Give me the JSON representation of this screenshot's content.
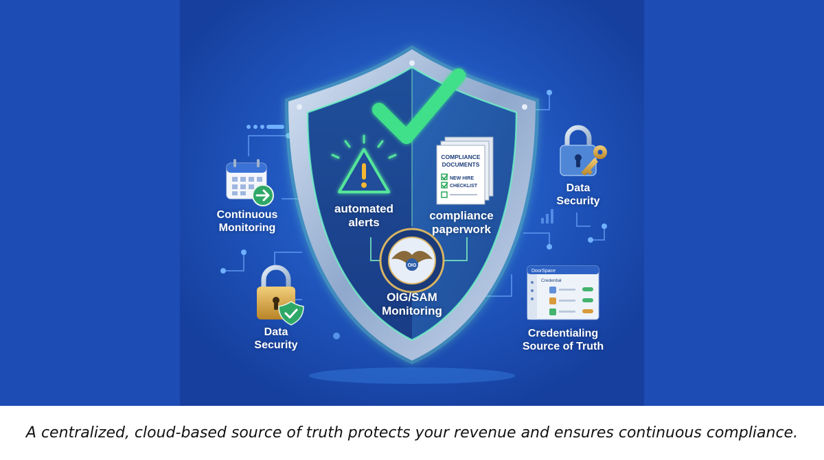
{
  "labels": {
    "continuous_monitoring": "Continuous\nMonitoring",
    "automated_alerts": "automated\nalerts",
    "compliance_paperwork": "compliance\npaperwork",
    "oig_sam_monitoring": "OIG/SAM\nMonitoring",
    "data_security_left": "Data\nSecurity",
    "data_security_right": "Data\nSecurity",
    "credentialing": "Credentialing\nSource of Truth"
  },
  "documents": {
    "title_line1": "COMPLIANCE",
    "title_line2": "DOCUMENTS",
    "checklist_line1": "NEW HIRE",
    "checklist_line2": "CHECKLIST"
  },
  "seal": {
    "text": "OIG"
  },
  "app_window": {
    "title": "DoorSpace",
    "header": "Credential"
  },
  "caption": "A centralized, cloud-based source of truth protects your revenue and ensures continuous compliance.",
  "icons": [
    "shield-icon",
    "checkmark-icon",
    "warning-icon",
    "document-icon",
    "seal-icon",
    "calendar-icon",
    "arrow-right-icon",
    "lock-icon",
    "key-icon",
    "shield-check-icon",
    "app-window-icon"
  ],
  "colors": {
    "background": "#1d4fb8",
    "accent_green": "#3fe08a",
    "shield_glow": "#7ef0c0",
    "gold": "#d9a84a"
  }
}
